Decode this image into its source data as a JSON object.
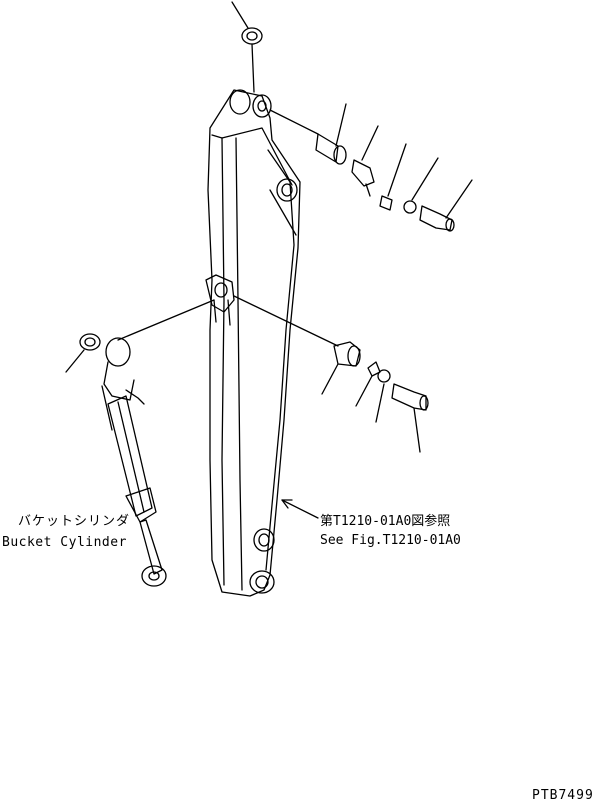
{
  "labels": {
    "bucket_cylinder_jp": "バケットシリンダ",
    "bucket_cylinder_en": "Bucket Cylinder",
    "reference_jp": "第T1210-01A0図参照",
    "reference_en": "See Fig.T1210-01A0",
    "drawing_code": "PTB7499"
  }
}
